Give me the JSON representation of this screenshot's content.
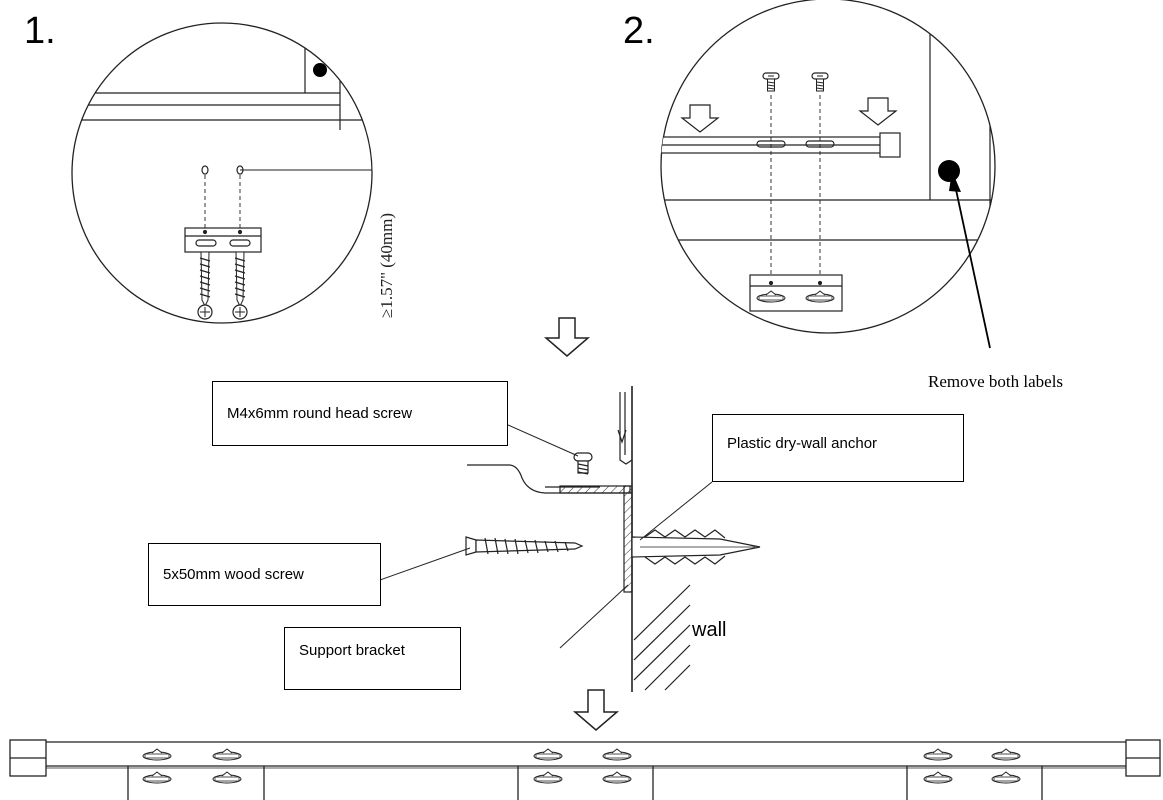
{
  "steps": {
    "step1": "1.",
    "step2": "2."
  },
  "dimension": {
    "text": "≥1.57\" (40mm)"
  },
  "notes": {
    "remove_labels": "Remove both labels"
  },
  "callouts": {
    "round_head_screw": "M4x6mm round head screw",
    "drywall_anchor": "Plastic dry-wall anchor",
    "wood_screw": "5x50mm wood screw",
    "support_bracket": "Support bracket",
    "wall": "wall"
  }
}
